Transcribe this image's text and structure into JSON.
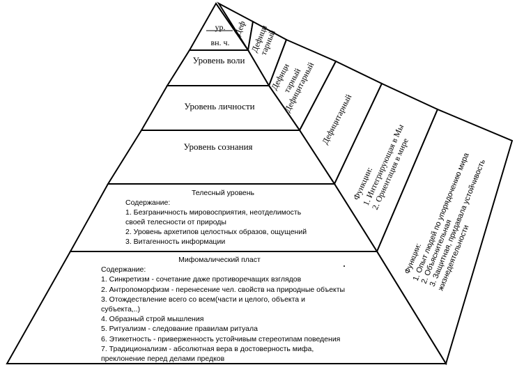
{
  "pyramid": {
    "apex_levels": {
      "line1": "ур.",
      "line2": "вн. ч."
    },
    "levels": [
      {
        "id": "volition",
        "label": "Уровень воли"
      },
      {
        "id": "personality",
        "label": "Уровень личности"
      },
      {
        "id": "consciousness",
        "label": "Уровень сознания"
      }
    ],
    "bodily": {
      "title": "Телесный уровень",
      "content_label": "Содержание:",
      "items": [
        "1. Безграничность мировосприятия, неотделимость своей телесности от природы",
        "2. Уровень архетипов целостных образов, ощущений",
        "3. Витагенность информации"
      ]
    },
    "mythological": {
      "title": "Мифомалический пласт",
      "content_label": "Содержание:",
      "items": [
        "1. Синкретизм - сочетание даже противоречащих взглядов",
        "2. Антропоморфизм - перенесение чел. свойств на природные объекты",
        "3. Отождествление всего со всем(части и целого, объекта и субъекта,..)",
        "4. Образный строй мышления",
        "5. Ритуализм - следование правилам ритуала",
        "6. Этикетность - приверженность устойчивым стереотипам поведения",
        "7. Традиционализм - абсолютная вера в достоверность мифа, преклонение перед делами предков"
      ]
    }
  },
  "side_panels": {
    "panel1": "Деф",
    "panel2_line1": "Дефици",
    "panel2_line2": "тарный",
    "panel3_line1": "Дефици",
    "panel3_line2": "тарный",
    "panel4": "Дефицитарный",
    "panel5": "Дефицитарный",
    "panel6_line1": "Функции:",
    "panel6_line2": "1. Интегрирующая в Мы",
    "panel6_line3": "2. Ориентация в мире",
    "panel7_line1": "Функции:",
    "panel7_line2": "1. Опыт людей по упорядочению мира",
    "panel7_line3": "2. Объяснительная",
    "panel7_line4": "3. Защитная, придавала устойчивость",
    "panel7_line5": "жизнедеятельности"
  }
}
